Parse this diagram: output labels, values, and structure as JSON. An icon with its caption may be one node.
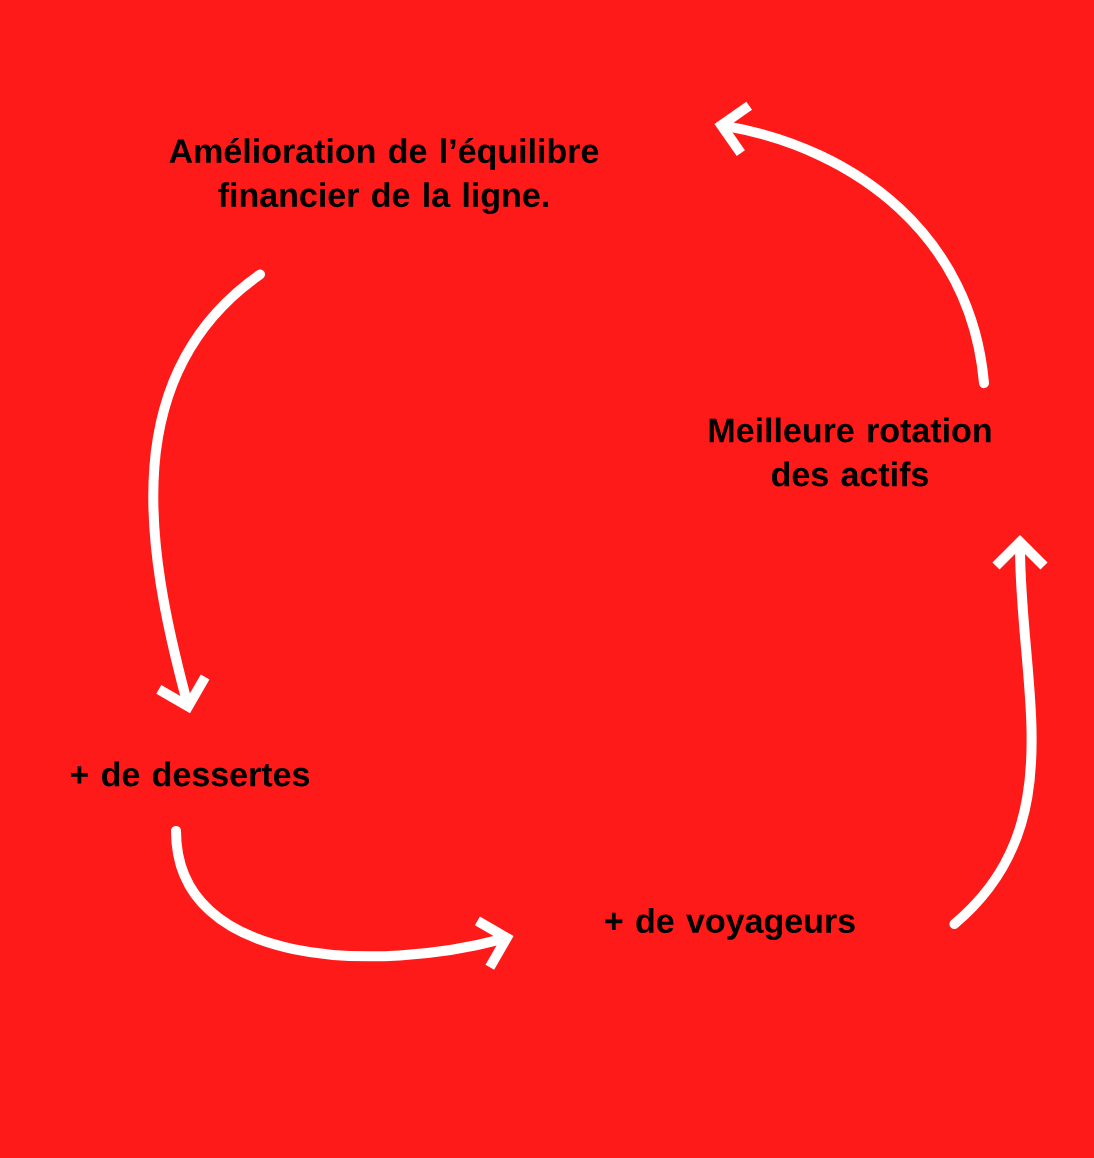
{
  "diagram": {
    "nodes": [
      {
        "text": [
          "Amélioration de l’équilibre financier de la ligne."
        ]
      },
      {
        "text": [
          "+ de dessertes"
        ]
      },
      {
        "text": [
          "+ de voyageurs"
        ]
      },
      {
        "text": [
          "Meilleure rotation des actifs"
        ]
      }
    ],
    "edges": [
      {
        "from": 0,
        "to": 1,
        "arrow": "to"
      },
      {
        "from": 1,
        "to": 2,
        "arrow": "to"
      },
      {
        "from": 2,
        "to": 3,
        "arrow": "to"
      },
      {
        "from": 3,
        "to": 0,
        "arrow": "to"
      }
    ]
  }
}
